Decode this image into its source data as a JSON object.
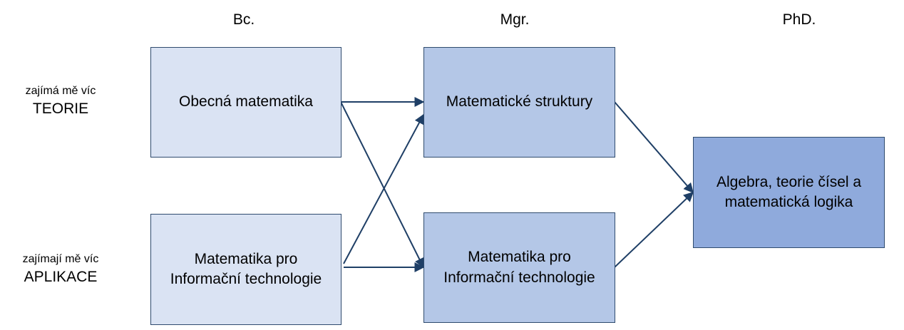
{
  "columns": {
    "bc": "Bc.",
    "mgr": "Mgr.",
    "phd": "PhD."
  },
  "rows": {
    "theory": {
      "small": "zajímá mě víc",
      "big": "TEORIE"
    },
    "applications": {
      "small": "zajímají mě víc",
      "big": "APLIKACE"
    }
  },
  "boxes": {
    "bc_general": "Obecná matematika",
    "bc_it": "Matematika pro\nInformační technologie",
    "mgr_structures": "Matematické struktury",
    "mgr_it": "Matematika pro\nInformační technologie",
    "phd_algebra": "Algebra, teorie čísel a\nmatematická logika"
  },
  "colors": {
    "level1_fill": "#dae3f3",
    "level2_fill": "#b4c7e7",
    "level3_fill": "#8faadc",
    "border": "#2f4b6e",
    "arrow": "#1f3f66"
  }
}
